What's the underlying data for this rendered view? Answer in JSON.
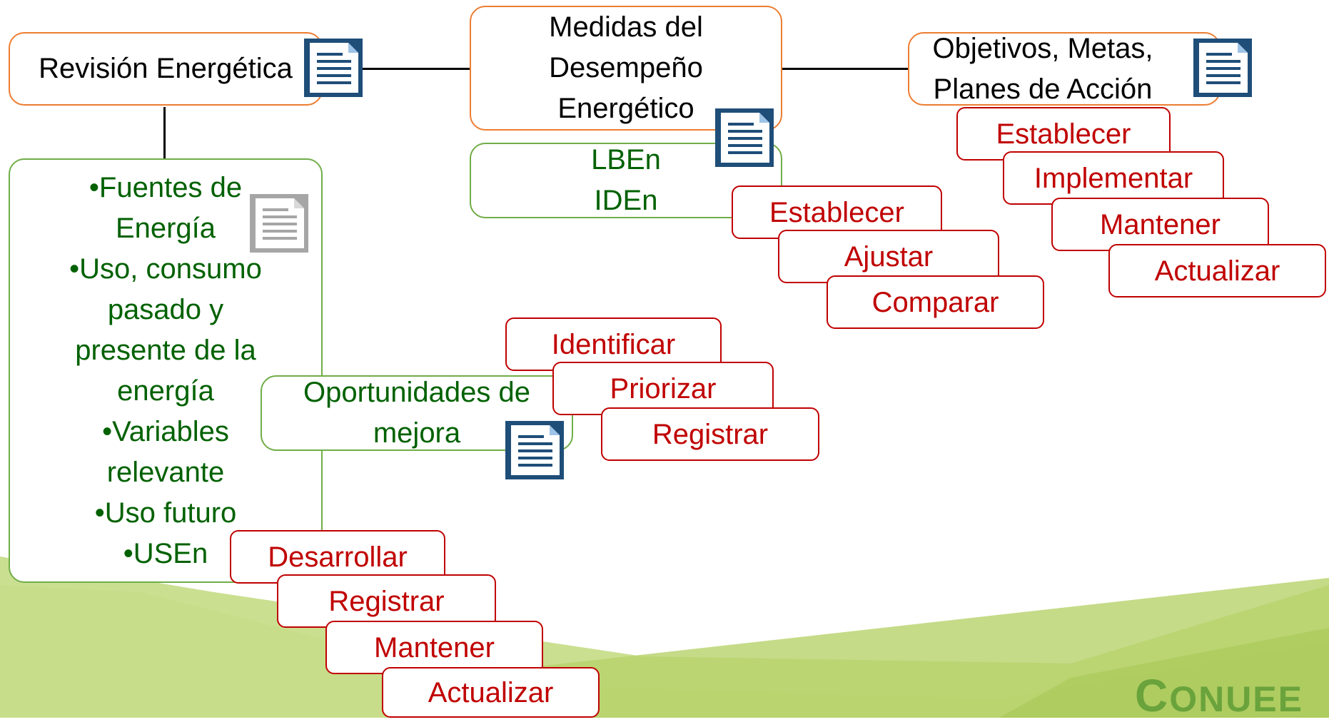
{
  "colors": {
    "orange_border": "#ed7d31",
    "green_border": "#70ad47",
    "green_text": "#006100",
    "red": "#c00000",
    "doc_blue": "#1f4e79",
    "doc_gray": "#a6a6a6",
    "background_green": "#c5dc85"
  },
  "nodes": {
    "revision": "Revisión Energética",
    "medidas": "Medidas del\nDesempeño\nEnergético",
    "objetivos": "Objetivos, Metas,\nPlanes de Acción",
    "revision_detail": "•Fuentes de\nEnergía\n•Uso, consumo\npasado y\npresente de la\nenergía\n•Variables\nrelevante\n•Uso futuro\n•USEn",
    "medidas_detail": "LBEn\nIDEn",
    "oportunidades": "Oportunidades de\nmejora"
  },
  "actions": {
    "objetivos": [
      "Establecer",
      "Implementar",
      "Mantener",
      "Actualizar"
    ],
    "medidas": [
      "Establecer",
      "Ajustar",
      "Comparar"
    ],
    "oportunidades": [
      "Identificar",
      "Priorizar",
      "Registrar"
    ],
    "revision": [
      "Desarrollar",
      "Registrar",
      "Mantener",
      "Actualizar"
    ]
  },
  "icons": [
    "document-icon"
  ],
  "logo": {
    "text_main": "ONUEE",
    "text_first": "C"
  }
}
